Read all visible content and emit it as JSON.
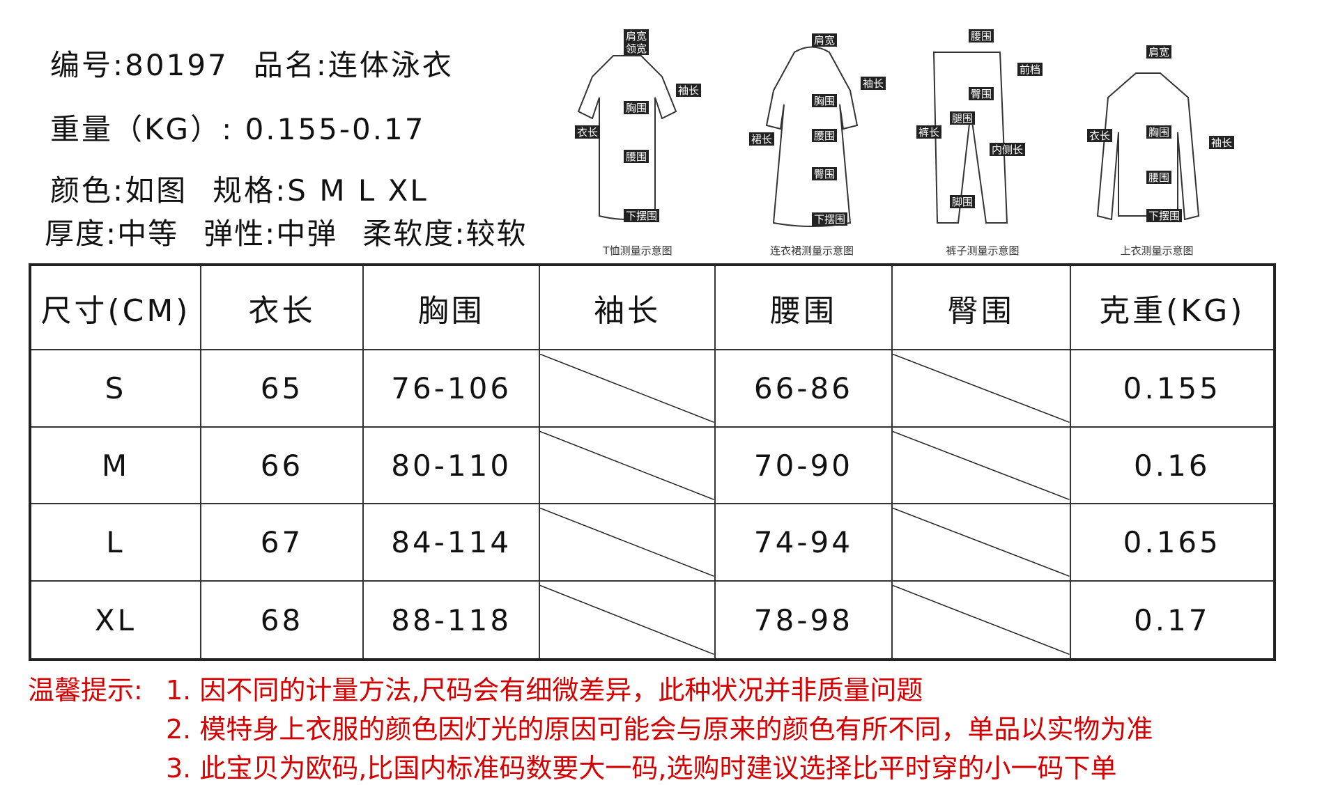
{
  "info": {
    "line1": [
      "编号:80197",
      "品名:连体泳衣"
    ],
    "line2": "重量（KG）: 0.155-0.17",
    "line3": [
      "颜色:如图",
      "规格:S M L XL"
    ],
    "line4": [
      "厚度:中等",
      "弹性:中弹",
      "柔软度:较软"
    ]
  },
  "diagrams": [
    {
      "caption": "T恤测量示意图",
      "labels": [
        "肩宽",
        "领宽",
        "袖长",
        "衣长",
        "胸围",
        "腰围",
        "下摆围"
      ]
    },
    {
      "caption": "连衣裙测量示意图",
      "labels": [
        "肩宽",
        "袖长",
        "胸围",
        "裙长",
        "腰围",
        "臀围",
        "下摆围"
      ]
    },
    {
      "caption": "裤子测量示意图",
      "labels": [
        "腰围",
        "前档",
        "臀围",
        "腿围",
        "裤长",
        "内侧长",
        "脚围"
      ]
    },
    {
      "caption": "上衣测量示意图",
      "labels": [
        "肩宽",
        "衣长",
        "胸围",
        "袖长",
        "腰围",
        "下摆围"
      ]
    }
  ],
  "table": {
    "headers": [
      "尺寸(CM)",
      "衣长",
      "胸围",
      "袖长",
      "腰围",
      "臀围",
      "克重(KG)"
    ],
    "rows": [
      [
        "S",
        "65",
        "76-106",
        "",
        "66-86",
        "",
        "0.155"
      ],
      [
        "M",
        "66",
        "80-110",
        "",
        "70-90",
        "",
        "0.16"
      ],
      [
        "L",
        "67",
        "84-114",
        "",
        "74-94",
        "",
        "0.165"
      ],
      [
        "XL",
        "68",
        "88-118",
        "",
        "78-98",
        "",
        "0.17"
      ]
    ]
  },
  "notes": {
    "prefix": "温馨提示:",
    "items": [
      "1. 因不同的计量方法,尺码会有细微差异，此种状况并非质量问题",
      "2. 模特身上衣服的颜色因灯光的原因可能会与原来的颜色有所不同，单品以实物为准",
      "3. 此宝贝为欧码,比国内标准码数要大一码,选购时建议选择比平时穿的小一码下单"
    ],
    "color": "#d40000"
  }
}
